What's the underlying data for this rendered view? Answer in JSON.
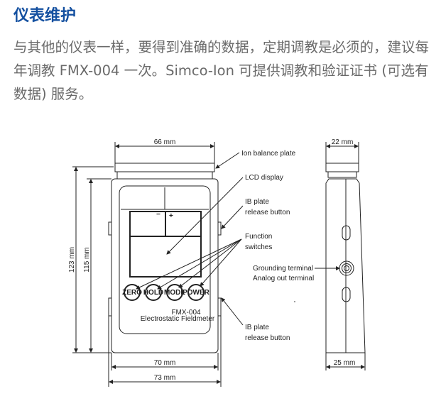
{
  "heading": "仪表维护",
  "paragraph": "与其他的仪表一样，要得到准确的数据，定期调教是必须的，建议每年调教 FMX-004 一次。Simco-Ion 可提供调教和验证证书 (可选有数据) 服务。",
  "diagram": {
    "dims": {
      "w66": "66 mm",
      "h123": "123 mm",
      "h115": "115 mm",
      "w70": "70 mm",
      "w73": "73 mm",
      "w22": "22 mm",
      "w25": "25 mm"
    },
    "labels": {
      "ion_plate": "Ion balance plate",
      "lcd": "LCD display",
      "ib1a": "IB plate",
      "ib1b": "release button",
      "fn_a": "Function",
      "fn_b": "switches",
      "gnd": "Grounding terminal",
      "analog": "Analog out terminal",
      "ib2a": "IB plate",
      "ib2b": "release button"
    },
    "buttons": [
      "ZERO",
      "HOLD",
      "MODE",
      "POWER"
    ],
    "lcd_minus": "−",
    "lcd_plus": "+",
    "model": "FMX-004",
    "model_sub": "Electrostatic Fieldmeter"
  }
}
